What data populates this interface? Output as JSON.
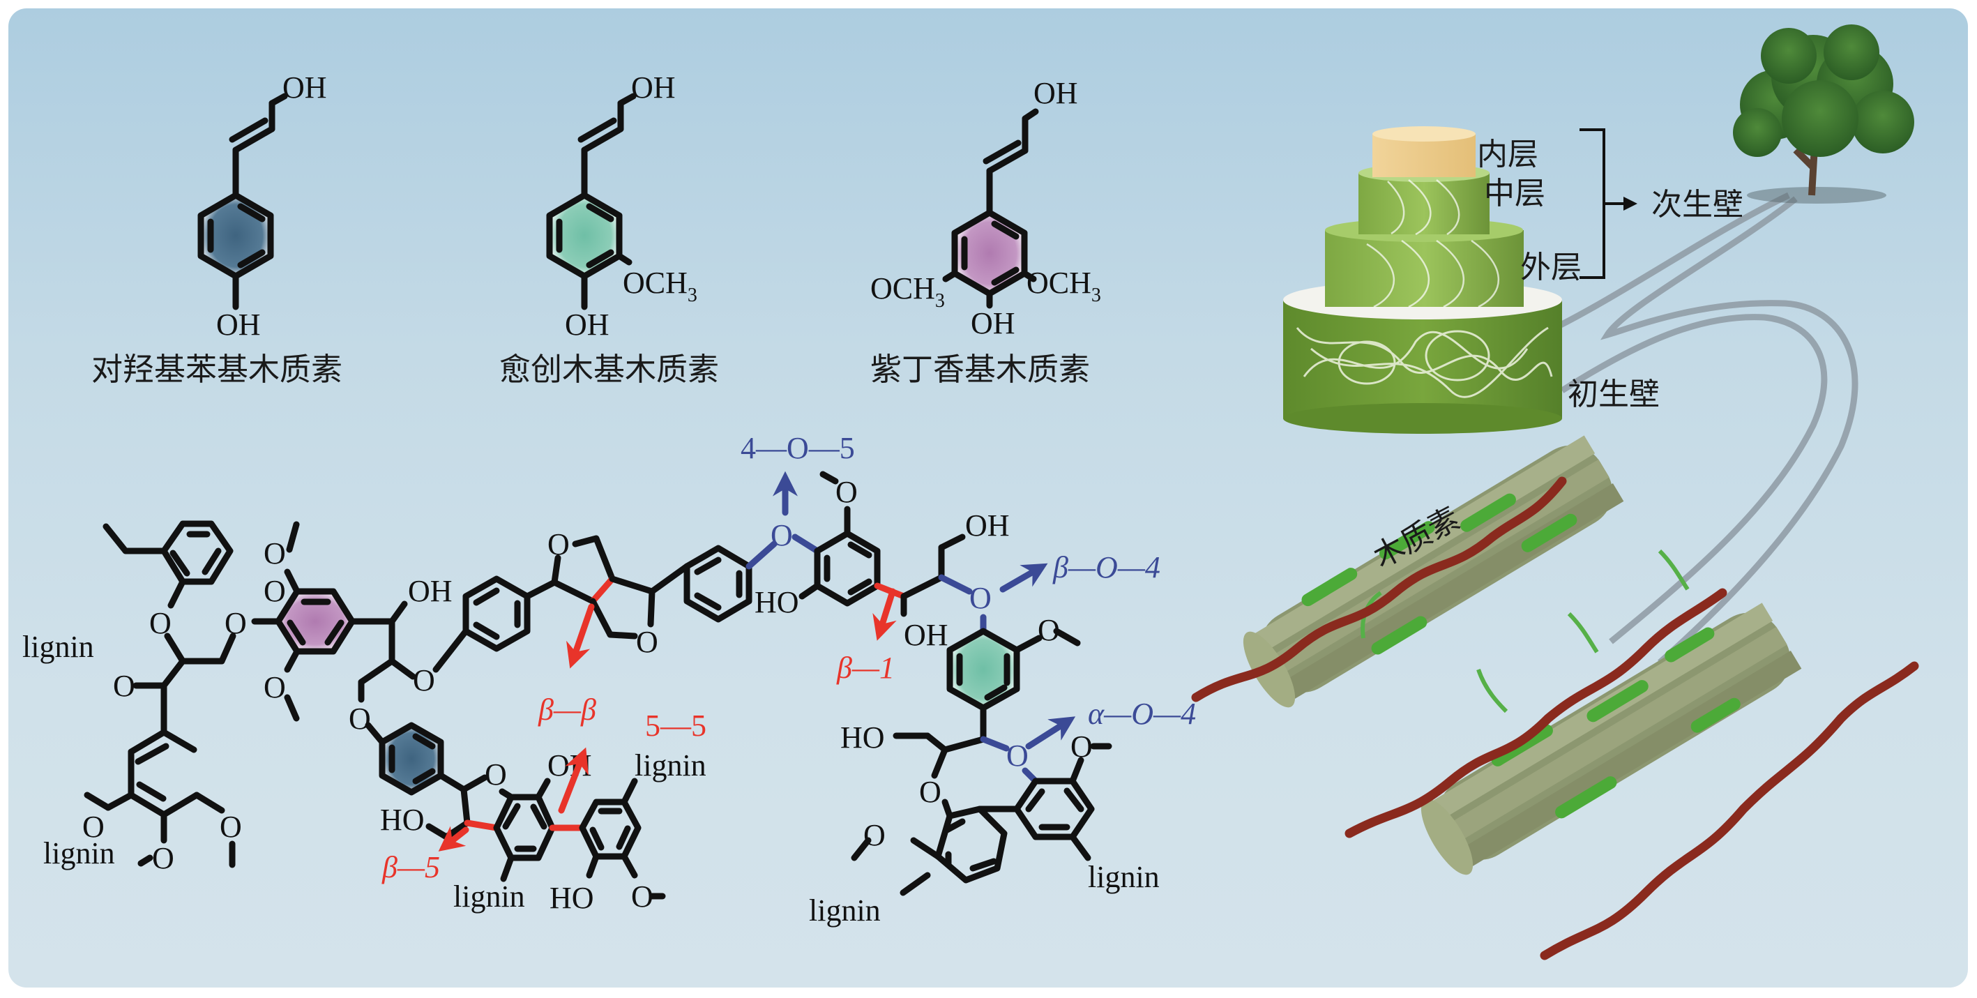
{
  "figure": {
    "monomers": [
      {
        "name": "对羟基苯基木质素",
        "substituents": [
          "OH",
          "OH"
        ],
        "ring_color": "#3f6480"
      },
      {
        "name": "愈创木基木质素",
        "substituents": [
          "OH",
          "OH",
          "OCH3"
        ],
        "ring_color": "#6fbfa6"
      },
      {
        "name": "紫丁香基木质素",
        "substituents": [
          "OH",
          "OH",
          "OCH3",
          "OCH3"
        ],
        "ring_color": "#b07bb0"
      }
    ],
    "atoms": {
      "OH": "OH",
      "HO": "HO",
      "OCH": "OCH",
      "sub3": "3",
      "O": "O",
      "lignin": "lignin"
    },
    "linkages": {
      "red": [
        "β—β",
        "β—1",
        "β—5",
        "5—5"
      ],
      "blue": [
        "4—O—5",
        "β—O—4",
        "α—O—4"
      ],
      "colors": {
        "red": "#e8342a",
        "blue": "#3b4a96"
      }
    },
    "cell_wall": {
      "inner_layer": "内层",
      "middle_layer": "中层",
      "outer_layer": "外层",
      "secondary_wall": "次生壁",
      "primary_wall": "初生壁"
    },
    "microfibril": {
      "lignin_label": "木质素"
    }
  }
}
